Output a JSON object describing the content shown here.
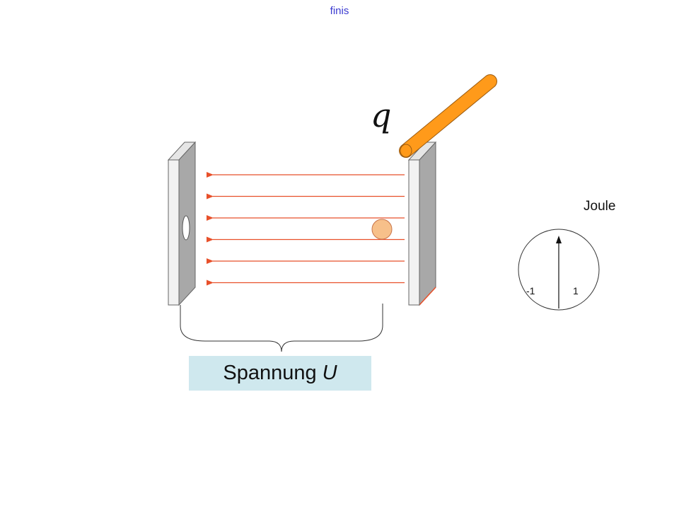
{
  "header": {
    "link_label": "finis"
  },
  "diagram": {
    "charge_symbol": "q",
    "voltage_label": {
      "text": "Spannung",
      "symbol": "U"
    },
    "meter": {
      "unit": "Joule",
      "min_label": "-1",
      "max_label": "1"
    },
    "field_line_count": 6,
    "colors": {
      "field_lines": "#e8502a",
      "rod": "#ff9a1a",
      "charge": "#f7c08a",
      "label_box": "#cfe8ee",
      "plate_face": "#a8a8a8",
      "plate_edge": "#e6e6e6",
      "link": "#3a3ad0"
    }
  }
}
